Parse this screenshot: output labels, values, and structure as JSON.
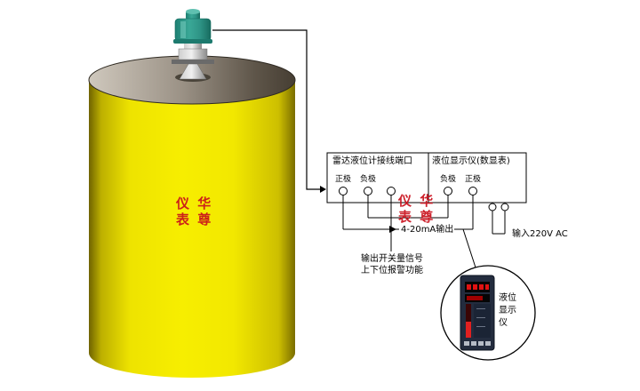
{
  "diagram": {
    "box1": {
      "title": "雷达液位计接线端口",
      "positive": "正极",
      "negative": "负极"
    },
    "box2": {
      "title": "液位显示仪(数显表)",
      "negative": "负极",
      "positive": "正极"
    },
    "annotations": {
      "output_4_20mA": "4-20mA输出",
      "input_220v": "输入220V AC",
      "switch_line1": "输出开关量信号",
      "switch_line2": "上下位报警功能"
    },
    "magnifier": {
      "line1": "液位",
      "line2": "显示",
      "line3": "仪"
    },
    "watermark": {
      "line1": "仪 华",
      "line2": "表 尊"
    },
    "colors": {
      "tank": "#f2e800",
      "sensor_cap": "#2e9e8e",
      "watermark": "#c9101c"
    }
  }
}
